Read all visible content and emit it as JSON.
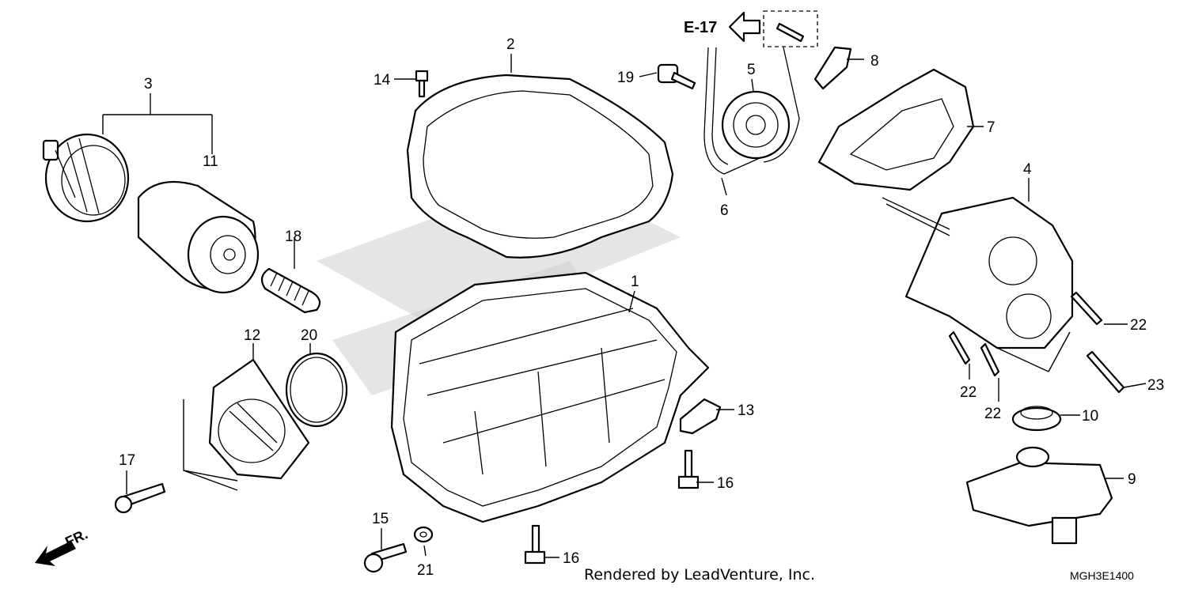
{
  "callouts": {
    "c1": "1",
    "c2": "2",
    "c3": "3",
    "c4": "4",
    "c5": "5",
    "c6": "6",
    "c7": "7",
    "c8": "8",
    "c9": "9",
    "c10": "10",
    "c11": "11",
    "c12": "12",
    "c13": "13",
    "c14": "14",
    "c15": "15",
    "c16a": "16",
    "c16b": "16",
    "c17": "17",
    "c18": "18",
    "c19": "19",
    "c20": "20",
    "c21": "21",
    "c22a": "22",
    "c22b": "22",
    "c22c": "22",
    "c23": "23"
  },
  "reference": "E-17",
  "direction_label": "FR.",
  "footer": "Rendered by LeadVenture, Inc.",
  "diagram_code": "MGH3E1400"
}
